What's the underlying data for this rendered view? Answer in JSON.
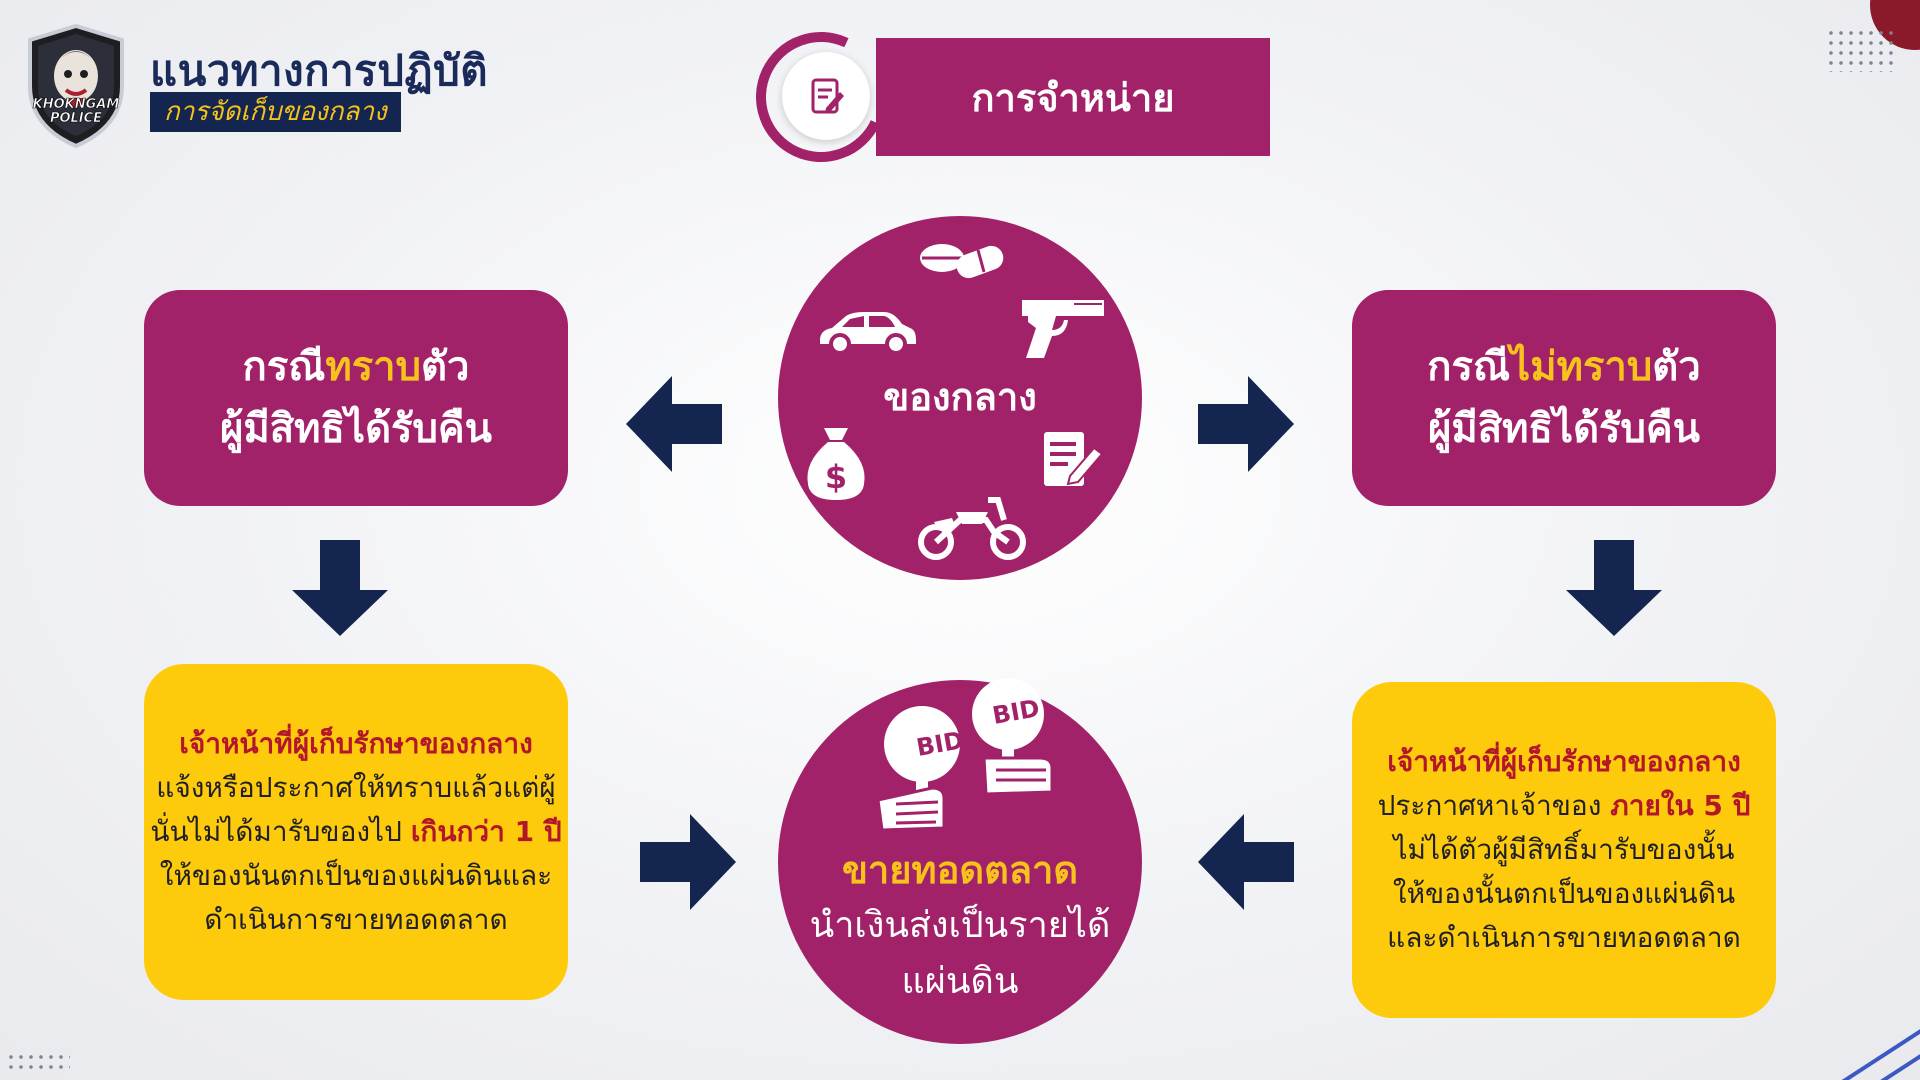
{
  "header": {
    "logo_text_1": "KHOKNGAM",
    "logo_text_2": "POLICE",
    "title": "แนวทางการปฏิบัติ",
    "subtitle": "การจัดเก็บของกลาง"
  },
  "banner": {
    "label": "การจำหน่าย"
  },
  "left_top": {
    "line1_prefix": "กรณี",
    "line1_highlight": "ทราบ",
    "line1_suffix": "ตัว",
    "line2": "ผู้มีสิทธิได้รับคืน"
  },
  "right_top": {
    "line1_prefix": "กรณี",
    "line1_highlight": "ไม่ทราบ",
    "line1_suffix": "ตัว",
    "line2": "ผู้มีสิทธิได้รับคืน"
  },
  "center_top": {
    "label": "ของกลาง"
  },
  "left_bottom": {
    "heading": "เจ้าหน้าที่ผู้เก็บรักษาของกลาง",
    "line1": "แจ้งหรือประกาศให้ทราบแล้วแต่ผู้",
    "line2_prefix": "นั่นไม่ได้มารับของไป ",
    "line2_highlight": "เกินกว่า 1 ปี",
    "line3": "ให้ของนันตกเป็นของแผ่นดินและ",
    "line4": "ดำเนินการขายทอดตลาด"
  },
  "right_bottom": {
    "heading": "เจ้าหน้าที่ผู้เก็บรักษาของกลาง",
    "line1_prefix": "ประกาศหาเจ้าของ ",
    "line1_highlight": "ภายใน 5 ปี",
    "line2": "ไม่ได้ตัวผู้มีสิทธิ์มารับของนั้น",
    "line3": "ให้ของนั้นตกเป็นของแผ่นดิน",
    "line4": "และดำเนินการขายทอดตลาด"
  },
  "center_bottom": {
    "bid1": "BID",
    "bid2": "BID",
    "heading": "ขายทอดตลาด",
    "line1": "นำเงินส่งเป็นรายได้",
    "line2": "แผ่นดิน"
  },
  "colors": {
    "magenta": "#a2226a",
    "yellow_box": "#fecb0c",
    "highlight_yellow": "#f7c21b",
    "navy": "#14264f",
    "red_text": "#b3162a"
  },
  "icons": [
    "shield-logo-icon",
    "document-pen-icon",
    "pills-icon",
    "car-icon",
    "pistol-icon",
    "money-bag-icon",
    "clipboard-pen-icon",
    "motorcycle-icon",
    "bid-paddle-icon",
    "arrow-left-icon",
    "arrow-right-icon",
    "arrow-down-icon"
  ]
}
